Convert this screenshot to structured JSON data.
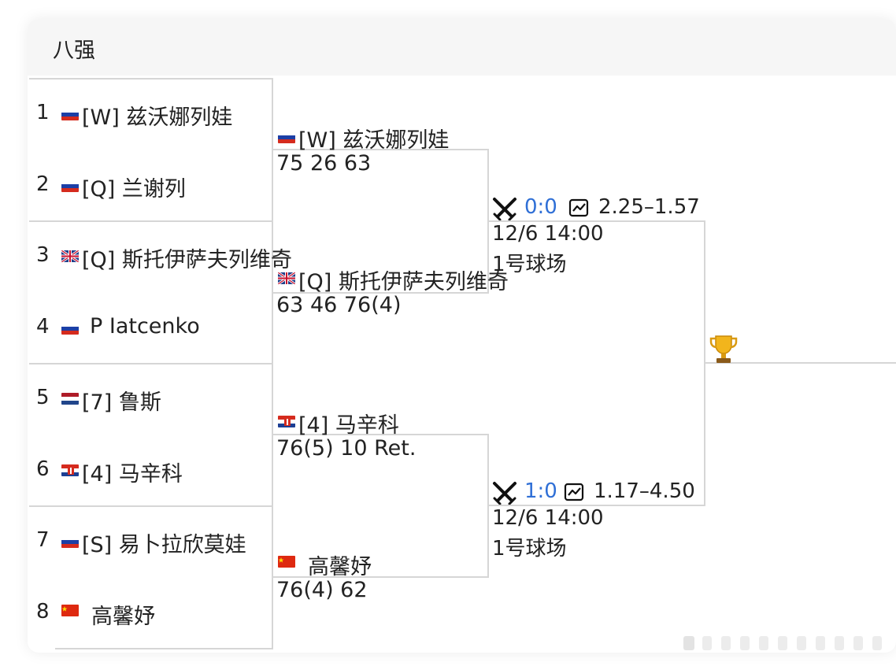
{
  "header": {
    "title": "八强"
  },
  "colors": {
    "link_blue": "#2f6fd6",
    "border": "#d6d6d6",
    "header_bg": "#f6f6f6"
  },
  "round1": [
    {
      "seed": "1",
      "flag": "russia",
      "name": "[W] 兹沃娜列娃"
    },
    {
      "seed": "2",
      "flag": "russia",
      "name": "[Q] 兰谢列"
    },
    {
      "seed": "3",
      "flag": "uk",
      "name": "[Q] 斯托伊萨夫列维奇"
    },
    {
      "seed": "4",
      "flag": "russia",
      "name": "P Iatcenko"
    },
    {
      "seed": "5",
      "flag": "netherlands",
      "name": "[7] 鲁斯"
    },
    {
      "seed": "6",
      "flag": "croatia",
      "name": "[4] 马辛科"
    },
    {
      "seed": "7",
      "flag": "russia",
      "name": "[S] 易卜拉欣莫娃"
    },
    {
      "seed": "8",
      "flag": "china",
      "name": "高馨妤"
    }
  ],
  "round2": [
    {
      "flag": "russia",
      "name": "[W] 兹沃娜列娃",
      "score": "75 26 63"
    },
    {
      "flag": "uk",
      "name": "[Q] 斯托伊萨夫列维奇",
      "score": "63 46 76(4)"
    },
    {
      "flag": "croatia",
      "name": "[4] 马辛科",
      "score": "76(5) 10 Ret."
    },
    {
      "flag": "china",
      "name": "高馨妤",
      "score": "76(4) 62"
    }
  ],
  "semis": [
    {
      "h2h": "0:0",
      "odds": "2.25–1.57",
      "datetime": "12/6 14:00",
      "court": "1号球场",
      "h2h_icon": "swords-icon",
      "odds_icon": "line-chart-icon"
    },
    {
      "h2h": "1:0",
      "odds": "1.17–4.50",
      "datetime": "12/6 14:00",
      "court": "1号球场",
      "h2h_icon": "swords-icon",
      "odds_icon": "line-chart-icon"
    }
  ],
  "final": {
    "icon": "trophy-icon"
  }
}
